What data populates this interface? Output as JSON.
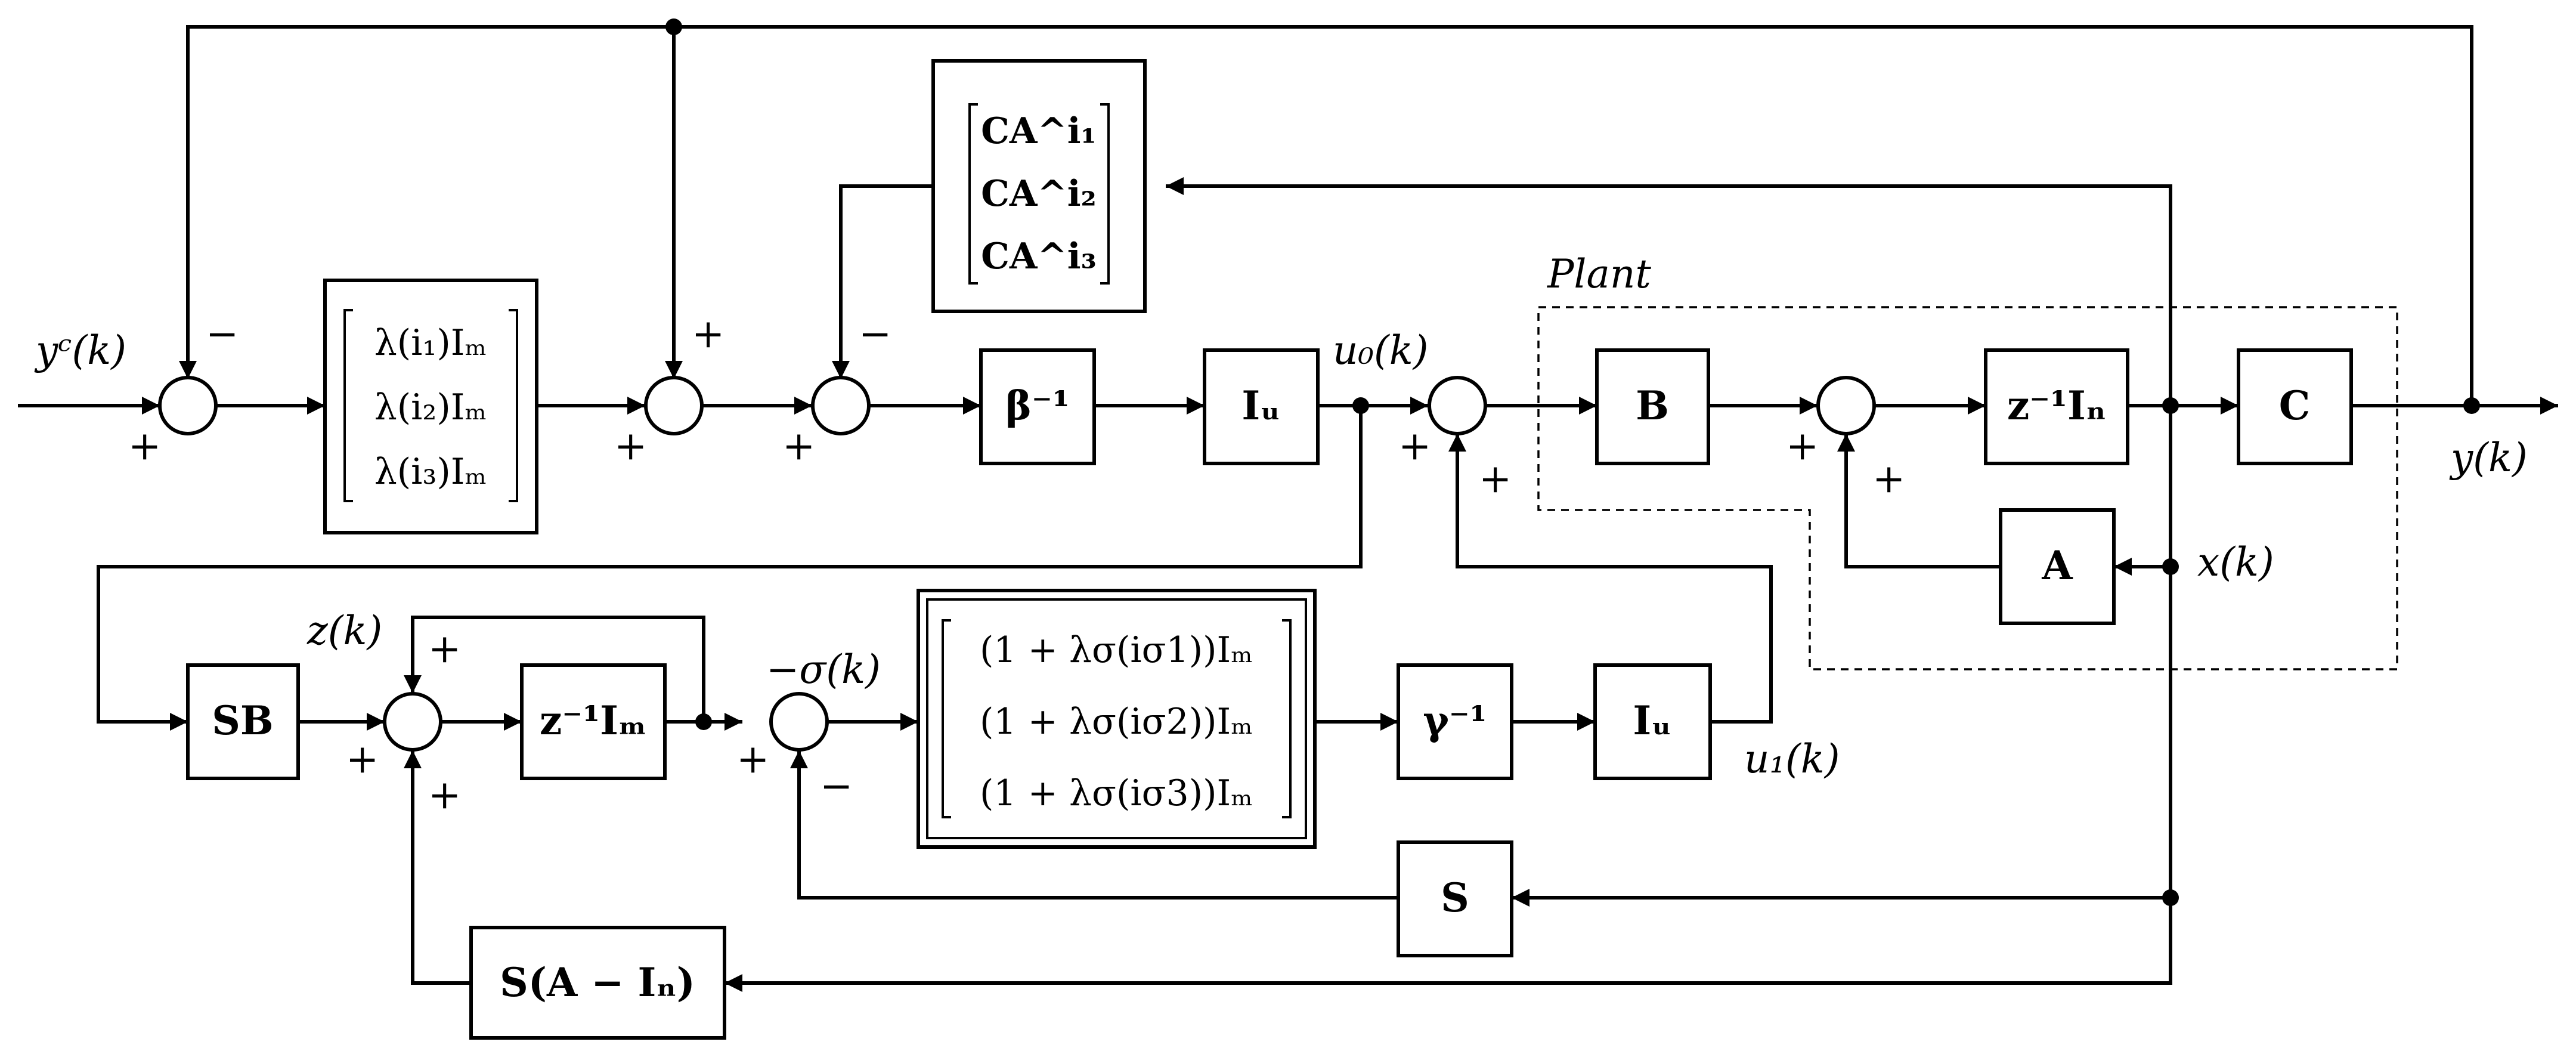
{
  "diagram": {
    "plant_label": "Plant",
    "signals": {
      "yc": "yᶜ(k)",
      "y": "y(k)",
      "u0": "u₀(k)",
      "u1": "u₁(k)",
      "x": "x(k)",
      "z": "z(k)",
      "sigma": "−σ(k)"
    },
    "blocks": {
      "beta_inv": "β⁻¹",
      "iu_top": "Iᵤ",
      "b": "B",
      "delay_n": "z⁻¹Iₙ",
      "c": "C",
      "a": "A",
      "sb": "SB",
      "delay_m": "z⁻¹Iₘ",
      "gamma_inv": "γ⁻¹",
      "iu_bottom": "Iᵤ",
      "s": "S",
      "s_a_minus_i": "S(A − Iₙ)"
    },
    "matrices": {
      "lambda": [
        "λ(i₁)Iₘ",
        "λ(i₂)Iₘ",
        "λ(i₃)Iₘ"
      ],
      "ca": [
        "CA^i₁",
        "CA^i₂",
        "CA^i₃"
      ],
      "lambda_sigma": [
        "(1 + λσ(iσ1))Iₘ",
        "(1 + λσ(iσ2))Iₘ",
        "(1 + λσ(iσ3))Iₘ"
      ]
    },
    "signs": {
      "plus": "+",
      "minus": "−"
    }
  }
}
